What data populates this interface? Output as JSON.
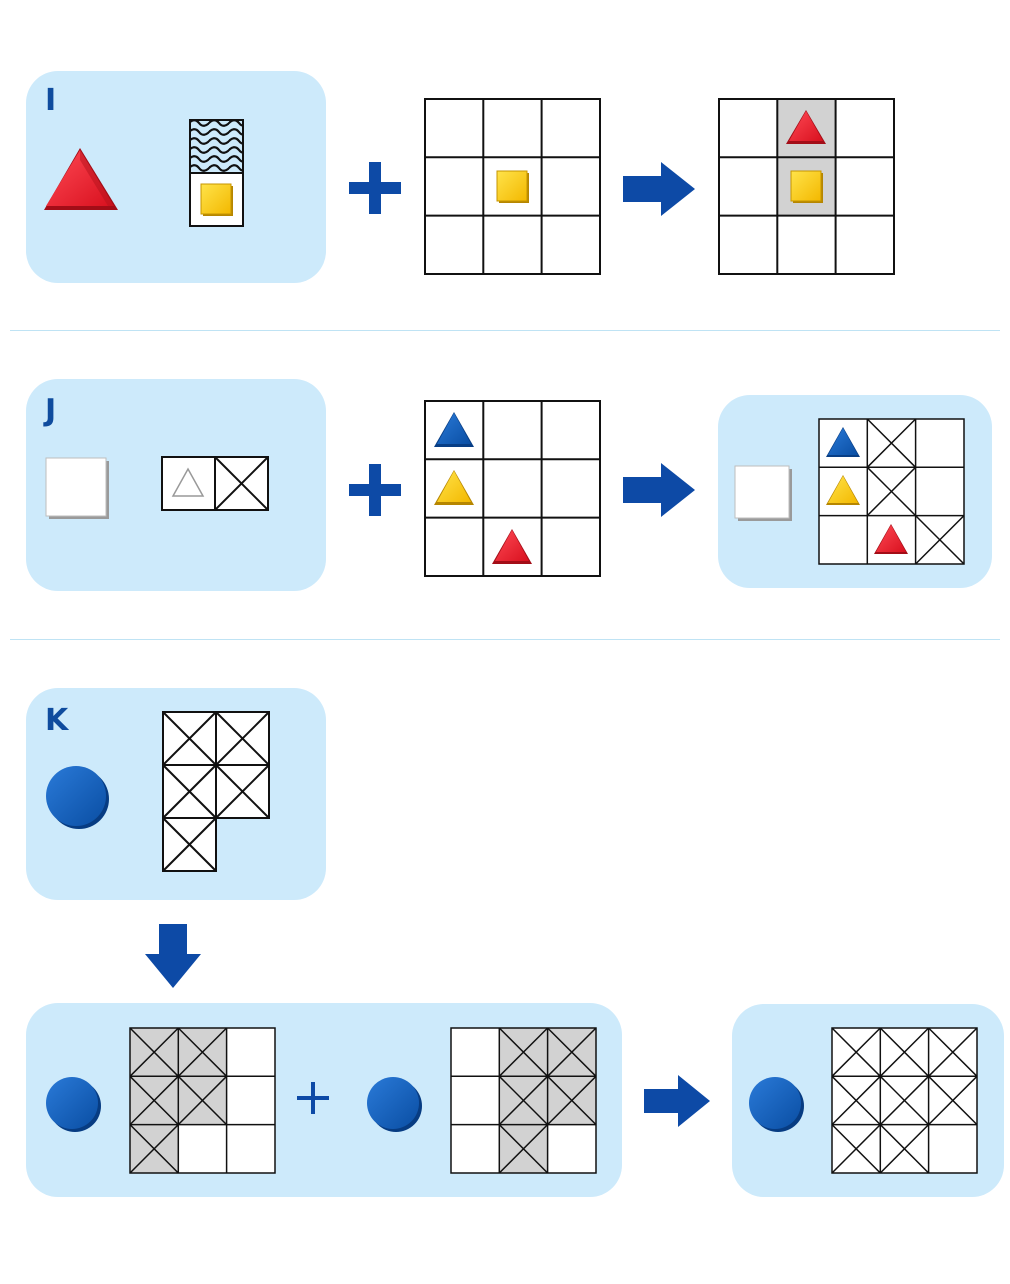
{
  "rules": [
    {
      "letter": "I"
    },
    {
      "letter": "J"
    },
    {
      "letter": "K"
    }
  ],
  "colors": {
    "panel": "#cdeafb",
    "accent": "#0d4aa6",
    "red": "#e31e2d",
    "yellow": "#f7c600",
    "blue": "#0b5bb5",
    "gray_cell": "#d2d2d2"
  },
  "icons": [
    "triangle-icon",
    "square-icon",
    "circle-icon",
    "arrow-right-icon",
    "arrow-down-icon",
    "plus-icon",
    "x-mark-icon",
    "wave-pattern-icon"
  ]
}
